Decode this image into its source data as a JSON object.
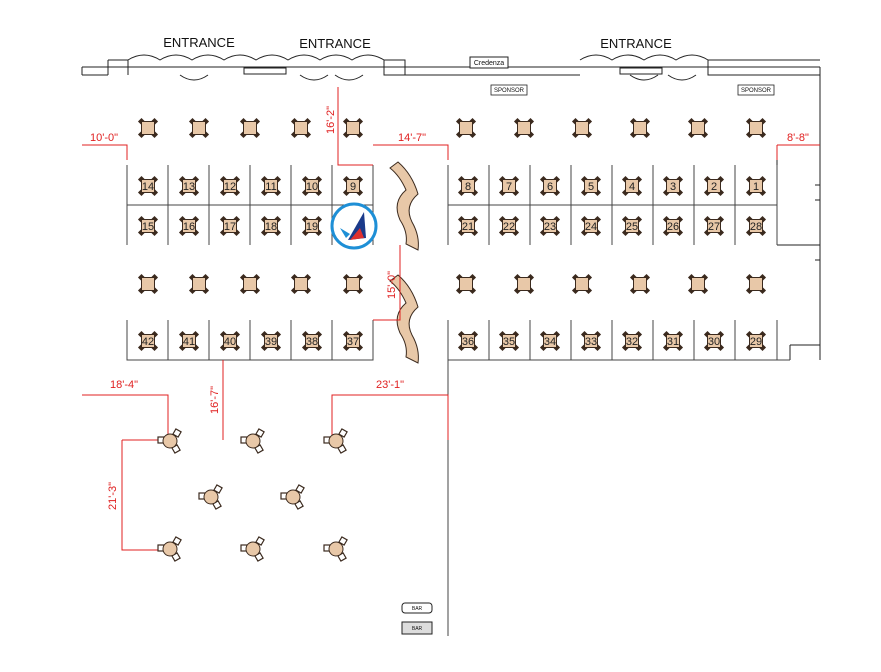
{
  "entrances": [
    "ENTRANCE",
    "ENTRANCE",
    "ENTRANCE"
  ],
  "credenza": "Credenza",
  "sponsors": [
    "SPONSOR",
    "SPONSOR"
  ],
  "bars": [
    "BAR",
    "BAR"
  ],
  "dimensions": [
    "10'-0\"",
    "16'-2\"",
    "14'-7\"",
    "8'-8\"",
    "15'-0\"",
    "18'-4\"",
    "16'-7\"",
    "23'-1\"",
    "21'-3\""
  ],
  "booths": {
    "row1": [
      "14",
      "13",
      "12",
      "11",
      "10",
      "9",
      "8",
      "7",
      "6",
      "5",
      "4",
      "3",
      "2",
      "1"
    ],
    "row2": [
      "15",
      "16",
      "17",
      "18",
      "19",
      "21",
      "22",
      "23",
      "24",
      "25",
      "26",
      "27",
      "28"
    ],
    "row3": [
      "42",
      "41",
      "40",
      "39",
      "38",
      "37",
      "36",
      "35",
      "34",
      "33",
      "32",
      "31",
      "30",
      "29"
    ]
  },
  "colors": {
    "dimension": "#e02020",
    "table": "#e8c8a8",
    "chair": "#3b2a1e",
    "logo_ring": "#1e8fd6",
    "logo_sail": "#1b3a8a",
    "logo_accent": "#e0302f"
  }
}
